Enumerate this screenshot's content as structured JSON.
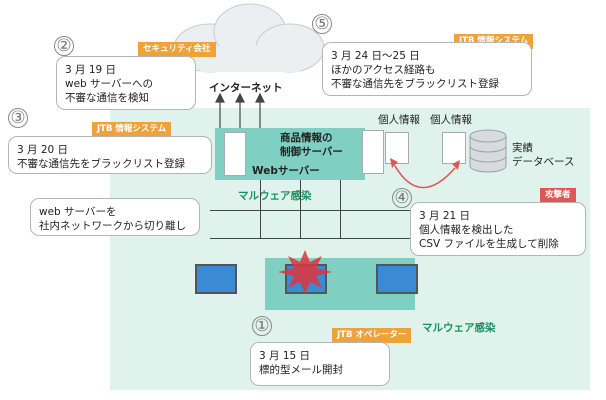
{
  "internet": {
    "label": "インターネット"
  },
  "events": {
    "e1": {
      "num": "①",
      "tag": "JTB オペレーター",
      "lines": [
        "3 月 15 日",
        "標的型メール開封"
      ]
    },
    "e2": {
      "num": "②",
      "tag": "セキュリティ会社",
      "lines": [
        "3 月 19 日",
        "web サーバーへの",
        "不審な通信を検知"
      ]
    },
    "e3": {
      "num": "③",
      "tag": "JTB 情報システム",
      "lines": [
        "3 月 20 日",
        "不審な通信先をブラックリスト登録"
      ]
    },
    "e3b": {
      "lines": [
        "web サーバーを",
        "社内ネットワークから切り離し"
      ]
    },
    "e4": {
      "num": "④",
      "tag": "攻撃者",
      "lines": [
        "3 月 21 日",
        "個人情報を検出した",
        "CSV ファイルを生成して削除"
      ]
    },
    "e5": {
      "num": "⑤",
      "tag": "JTB 情報システム",
      "lines": [
        "3 月 24 日～25 日",
        "ほかのアクセス経路も",
        "不審な通信先をブラックリスト登録"
      ]
    }
  },
  "servers": {
    "product_server": [
      "商品情報の",
      "制御サーバー"
    ],
    "web_server": "Webサーバー",
    "personal_info_1": "個人情報",
    "personal_info_2": "個人情報",
    "db": [
      "実績",
      "データベース"
    ]
  },
  "malware_label_1": "マルウェア感染",
  "malware_label_2": "マルウェア感染",
  "colors": {
    "zone": "#dff3ec",
    "teal": "#7fd0c3",
    "orange": "#f0a23a",
    "red": "#e05656",
    "green": "#1b8f63"
  }
}
